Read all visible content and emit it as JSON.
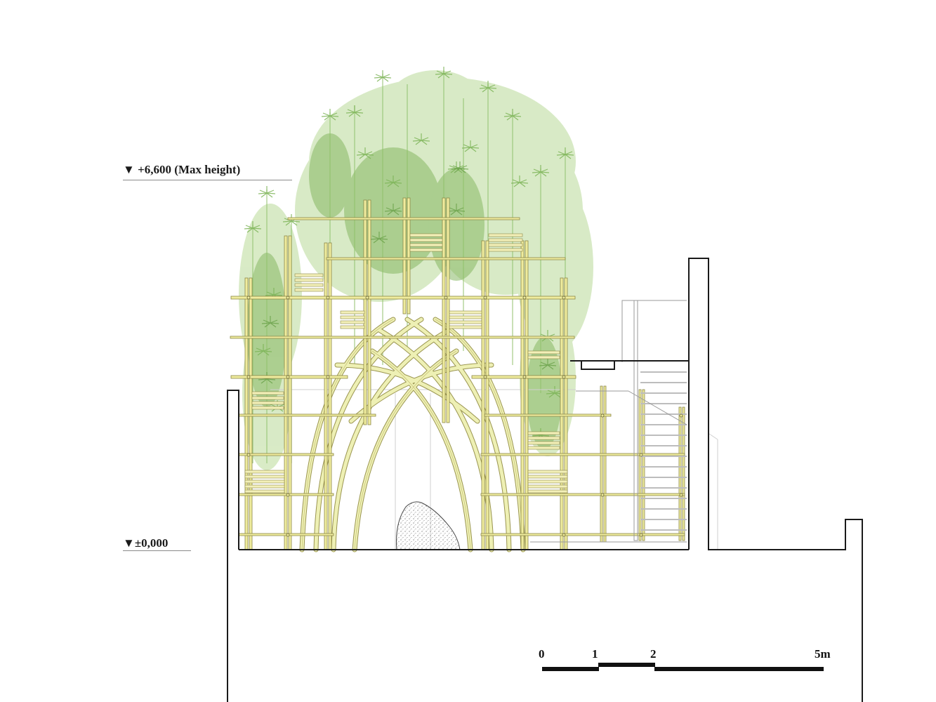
{
  "drawing": {
    "type": "architectural-section",
    "subject": "bamboo pavilion with woven arch, planters and stair"
  },
  "levels": [
    {
      "marker": "▼",
      "label": "+6,600 (Max height)",
      "value": "+6,600",
      "note": "Max height"
    },
    {
      "marker": "▼",
      "label": "±0,000",
      "value": "±0,000"
    }
  ],
  "scale_bar": {
    "ticks": [
      "0",
      "1",
      "2",
      "5m"
    ],
    "unit": "m"
  },
  "colors": {
    "section_line": "#1a1a1a",
    "bamboo_member": "#f2efb0",
    "bamboo_outline": "#9a9550",
    "foliage_light": "#a9cf86",
    "foliage_dark": "#6fa44a",
    "guide_line": "#c8c8c8",
    "rock_dots": "#555555"
  }
}
